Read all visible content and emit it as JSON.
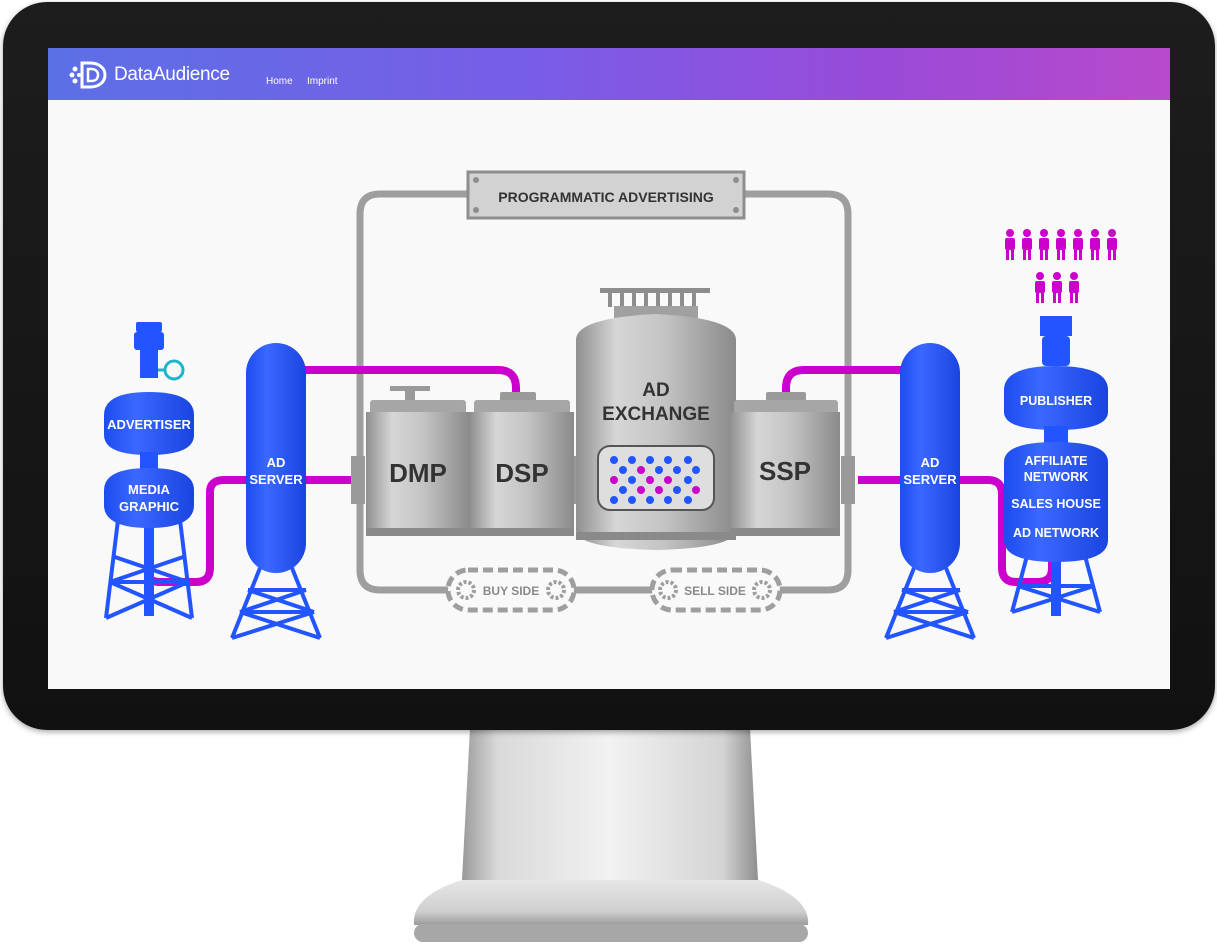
{
  "brand": {
    "name_part1": "Data",
    "name_part2": "Audience"
  },
  "nav": {
    "items": [
      {
        "label": "Home"
      },
      {
        "label": "Imprint"
      }
    ]
  },
  "diagram": {
    "banner": "PROGRAMMATIC ADVERTISING",
    "advertiser": "ADVERTISER",
    "media_graphic": [
      "MEDIA",
      "GRAPHIC"
    ],
    "ad_server": [
      "AD",
      "SERVER"
    ],
    "dmp": "DMP",
    "dsp": "DSP",
    "ad_exchange": [
      "AD",
      "EXCHANGE"
    ],
    "ssp": "SSP",
    "publisher": "PUBLISHER",
    "affiliate_network": [
      "AFFILIATE",
      "NETWORK"
    ],
    "sales_house": "SALES HOUSE",
    "ad_network": "AD NETWORK",
    "buy_side": "BUY SIDE",
    "sell_side": "SELL SIDE"
  },
  "colors": {
    "blue": "#2255ff",
    "magenta": "#cc00cc",
    "pipe_gray": "#9e9e9e",
    "tank_gray": "#b8b8b8",
    "nav_start": "#5c70e6",
    "nav_end": "#b84acb"
  }
}
